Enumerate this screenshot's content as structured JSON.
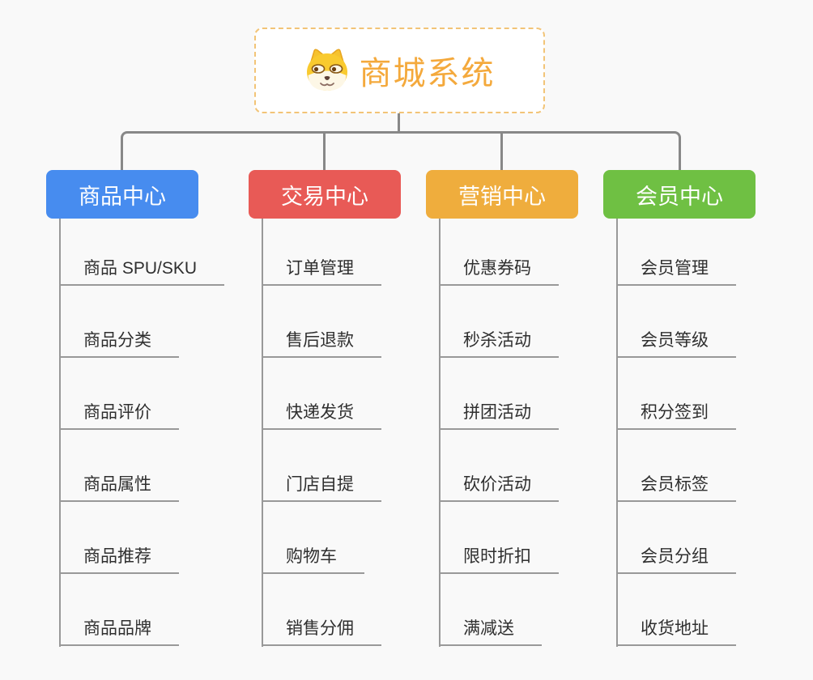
{
  "root": {
    "title": "商城系统",
    "icon": "dog-face-icon"
  },
  "branches": [
    {
      "label": "商品中心",
      "color": "#478cef",
      "items": [
        "商品 SPU/SKU",
        "商品分类",
        "商品评价",
        "商品属性",
        "商品推荐",
        "商品品牌"
      ]
    },
    {
      "label": "交易中心",
      "color": "#e85a56",
      "items": [
        "订单管理",
        "售后退款",
        "快递发货",
        "门店自提",
        "购物车",
        "销售分佣"
      ]
    },
    {
      "label": "营销中心",
      "color": "#efad3d",
      "items": [
        "优惠券码",
        "秒杀活动",
        "拼团活动",
        "砍价活动",
        "限时折扣",
        "满减送"
      ]
    },
    {
      "label": "会员中心",
      "color": "#6fc043",
      "items": [
        "会员管理",
        "会员等级",
        "积分签到",
        "会员标签",
        "会员分组",
        "收货地址"
      ]
    }
  ],
  "colors": {
    "background": "#f9f9f9",
    "connector": "#888888",
    "underline": "#999999",
    "root_title": "#f4a93c",
    "root_border": "#f2c477",
    "leaf_text": "#2f2f2f"
  }
}
